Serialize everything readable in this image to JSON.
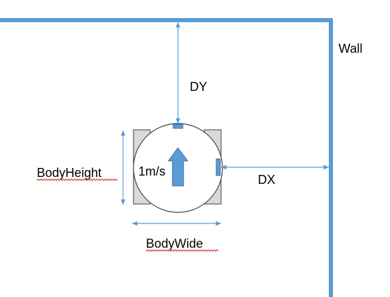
{
  "labels": {
    "wall": "Wall",
    "dy": "DY",
    "dx": "DX",
    "body_height": "BodyHeight",
    "body_wide": "BodyWide",
    "speed": "1m/s"
  },
  "colors": {
    "wall": "#5b9bd5",
    "arrow": "#5b9bd5",
    "dimension": "#5b9bd5",
    "wheel_fill": "#d9d9d9",
    "wheel_stroke": "#404040",
    "body_stroke": "#404040",
    "sensor": "#5b9bd5",
    "spell_underline": "#d03030"
  },
  "icons": {
    "heading": "up-arrow-icon"
  }
}
